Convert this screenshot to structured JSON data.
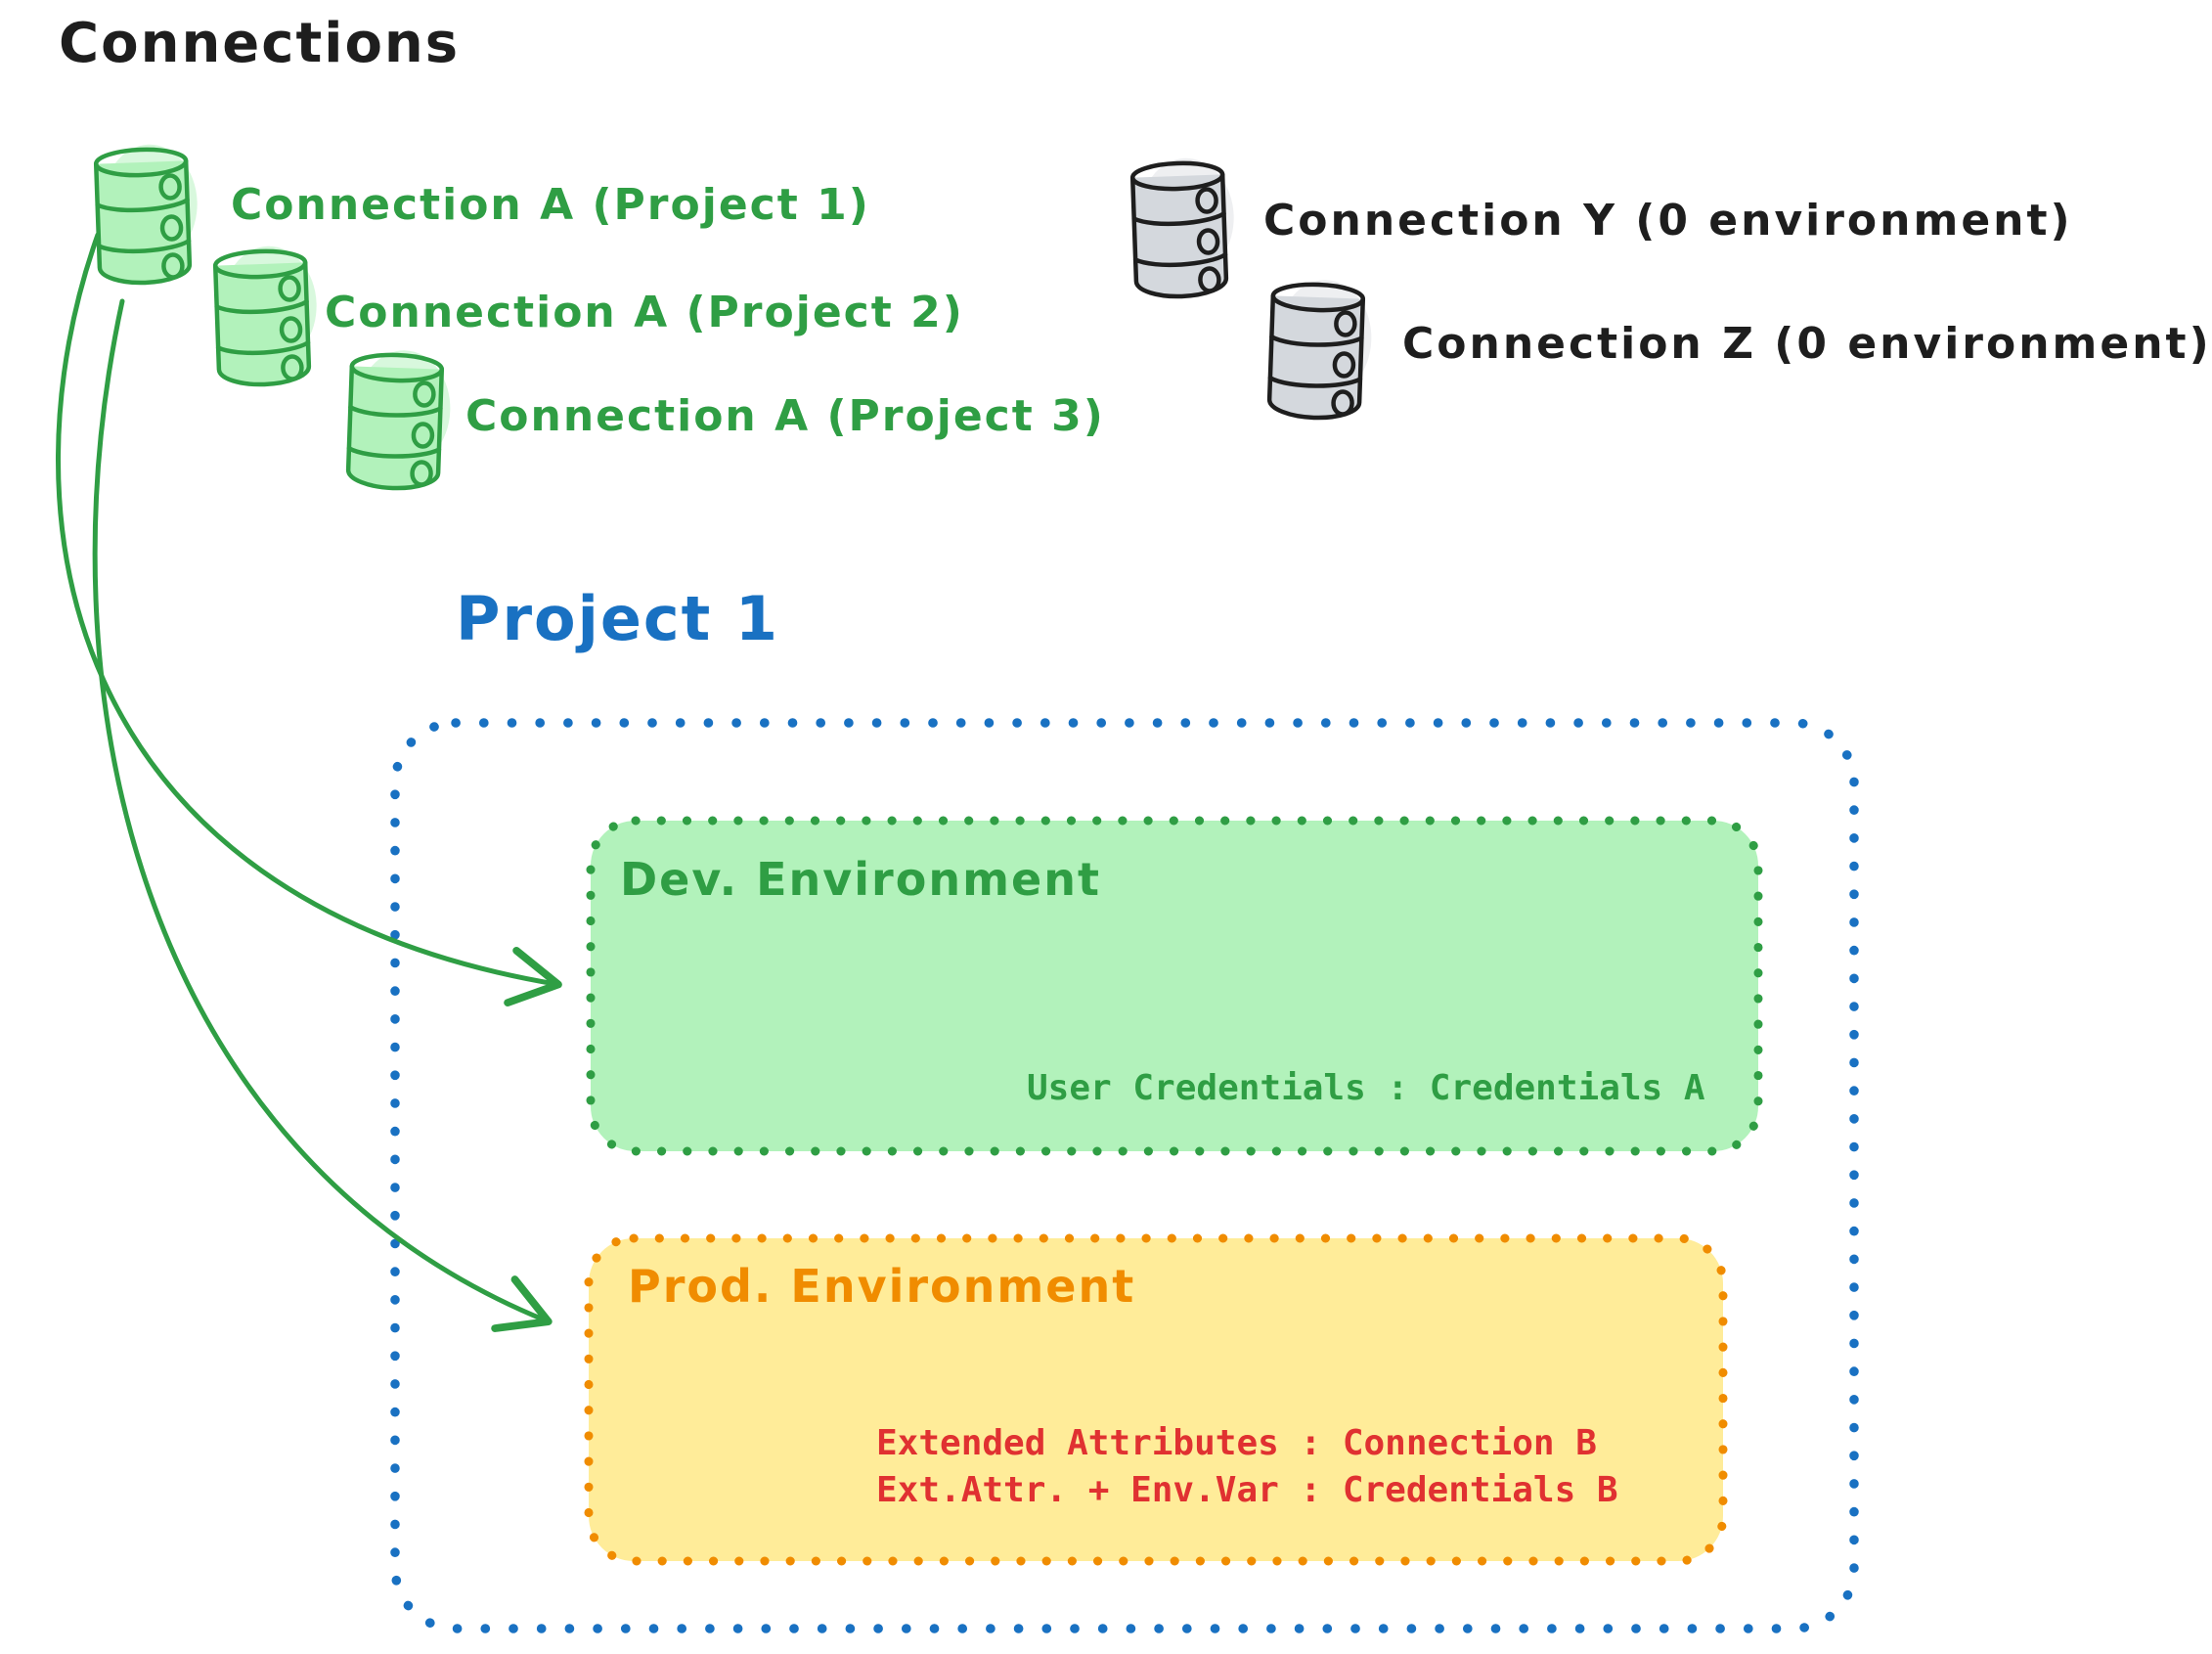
{
  "title": "Connections",
  "colors": {
    "ink": "#1e1e1e",
    "green_stroke": "#2f9e44",
    "green_fill": "#b2f2bb",
    "blue": "#1971c2",
    "orange": "#f08c00",
    "yellow_fill": "#ffec99",
    "red": "#e03131",
    "gray_fill": "#d4d8dd"
  },
  "connections": {
    "green": [
      {
        "label": "Connection A (Project 1)"
      },
      {
        "label": "Connection A (Project 2)"
      },
      {
        "label": "Connection A (Project 3)"
      }
    ],
    "gray": [
      {
        "label": "Connection Y (0 environment)"
      },
      {
        "label": "Connection Z (0 environment)"
      }
    ]
  },
  "project": {
    "title": "Project 1",
    "environments": {
      "dev": {
        "title": "Dev. Environment",
        "mappings": [
          {
            "text": "User Credentials : Credentials A"
          }
        ]
      },
      "prod": {
        "title": "Prod. Environment",
        "mappings": [
          {
            "text": "Extended Attributes : Connection B"
          },
          {
            "text": "Ext.Attr. + Env.Var : Credentials B"
          }
        ]
      }
    }
  }
}
